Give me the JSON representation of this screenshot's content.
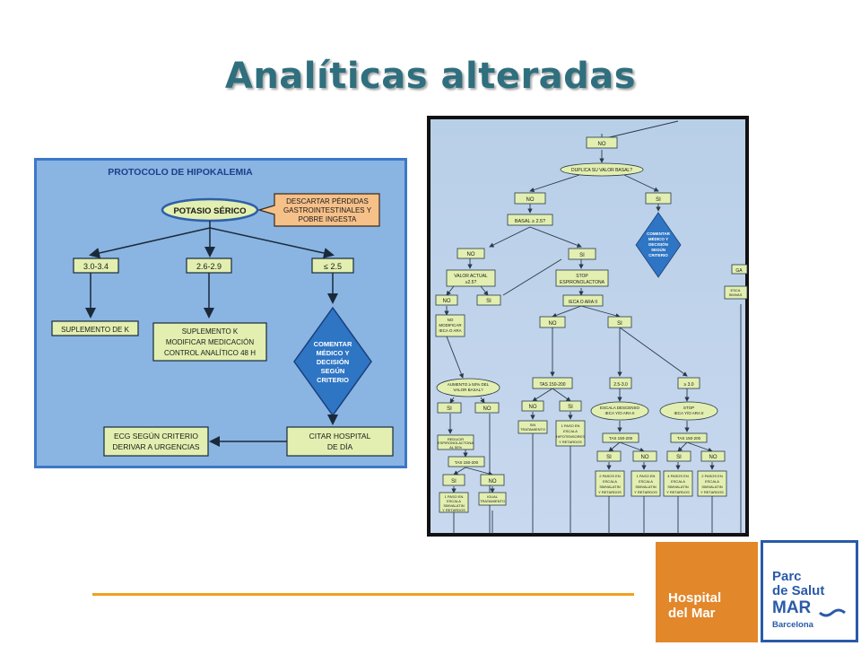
{
  "slide": {
    "title": "Analíticas alteradas"
  },
  "left_flow": {
    "header": "PROTOCOLO DE HIPOKALEMIA",
    "start": "POTASIO SÉRICO",
    "note": [
      "DESCARTAR PÉRDIDAS",
      "GASTROINTESTINALES Y",
      "POBRE INGESTA"
    ],
    "ranges": [
      "3.0-3.4",
      "2.6-2.9",
      "≤ 2.5"
    ],
    "action_1": "SUPLEMENTO DE K",
    "action_2": [
      "SUPLEMENTO K",
      "MODIFICAR MEDICACIÓN",
      "CONTROL ANALÍTICO 48 H"
    ],
    "decision": [
      "COMENTAR",
      "MÉDICO Y",
      "DECISIÓN",
      "SEGÚN",
      "CRITERIO"
    ],
    "citar": [
      "CITAR HOSPITAL",
      "DE DÍA"
    ],
    "ecg": [
      "ECG SEGÚN CRITERIO",
      "DERIVAR A URGENCIAS"
    ]
  },
  "right_flow": {
    "no_top": "NO",
    "duplica": "DUPLICA SU VALOR BASAL?",
    "no": "NO",
    "si": "SI",
    "basal": "BASAL ≥ 2.5?",
    "comentar": [
      "COMENTAR",
      "MÉDICO Y",
      "DECISIÓN",
      "SEGÚN",
      "CRITERIO"
    ],
    "valor_actual": [
      "VALOR ACTUAL",
      "≥2.5?"
    ],
    "stop_espiro": [
      "STOP",
      "ESPIRONOLACTONA"
    ],
    "ieca_ara": "IECA O ARA II",
    "no_modificar": [
      "NO",
      "MODIFICAR",
      "IECA O ARA"
    ],
    "aumento": [
      "AUMENTO ≥ 50% DEL",
      "VALOR BASAL?"
    ],
    "tas_150_200": "TAS 150-200",
    "range_25_30": "2.5-3.0",
    "range_ge30": "≥ 3.0",
    "escala_desc": [
      "ESCALA DESCENSO",
      "IECA Y/O ARA II"
    ],
    "stop_ieca": [
      "STOP",
      "IECA Y/O ARA II"
    ],
    "reducir": [
      "REDUCIR",
      "ESPIRONOLACTONA",
      "AL 50%"
    ],
    "sin_trat": [
      "SIN",
      "TRATAMIENTO"
    ],
    "paso_escala": [
      "1 PASO EN",
      "ESCALA",
      "HIPOTENSORES",
      "Y RETARDOS"
    ],
    "paso_1": [
      "1 PASO EN",
      "ESCALA",
      "SIMVALATIN",
      "Y RETARDOS"
    ],
    "paso_2": [
      "2 PASOS EN",
      "ESCALA",
      "SIMVALATIN",
      "Y RETARDOS"
    ],
    "paso_4": [
      "4 PASOS EN",
      "ESCALA",
      "SIMVALATIN",
      "Y RETARDOS"
    ],
    "igual": [
      "IGUAL",
      "TRATAMIENTO"
    ],
    "cut_a": "GA",
    "cut_b": [
      "ESCA",
      "SIMVAS"
    ]
  },
  "logos": {
    "hospital": [
      "Hospital",
      "del Mar"
    ],
    "parc": [
      "Parc",
      "de Salut"
    ],
    "mar": "MAR",
    "city": "Barcelona"
  },
  "colors": {
    "title": "#2f6f7e",
    "rule": "#f0a020",
    "hospital": "#e2872a",
    "parc": "#2a5aa8",
    "flow_bg": "#8ab4e2",
    "box_green": "#e2efb0",
    "box_orange": "#f6c089",
    "diamond": "#2e75c4"
  }
}
